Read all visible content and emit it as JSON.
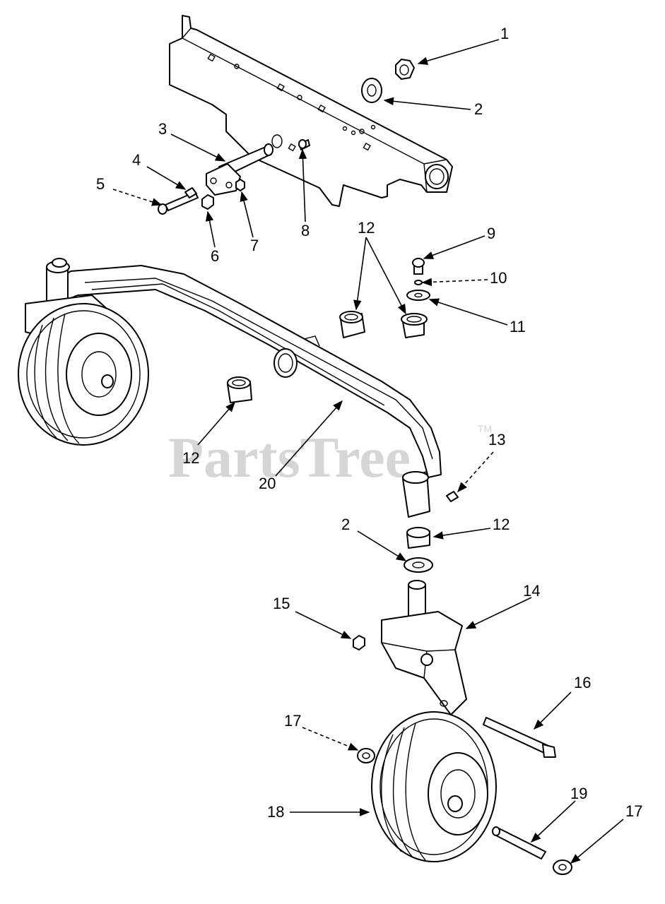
{
  "watermark": {
    "text": "PartsTree",
    "tm": "TM"
  },
  "callouts": {
    "c1": "1",
    "c2a": "2",
    "c3": "3",
    "c4": "4",
    "c5": "5",
    "c6": "6",
    "c7": "7",
    "c8": "8",
    "c9": "9",
    "c10": "10",
    "c11": "11",
    "c12a": "12",
    "c12b": "12",
    "c12c": "12",
    "c13": "13",
    "c2b": "2",
    "c14": "14",
    "c15": "15",
    "c16": "16",
    "c17a": "17",
    "c17b": "17",
    "c18": "18",
    "c19": "19",
    "c20": "20"
  }
}
